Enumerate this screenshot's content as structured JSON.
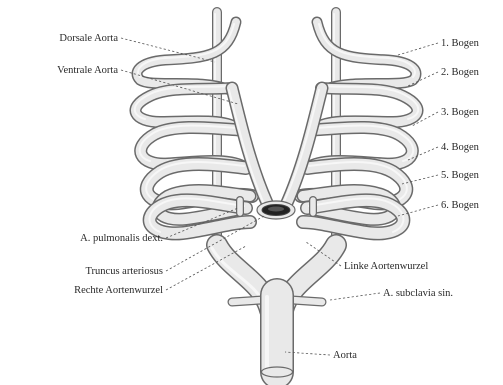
{
  "labels": {
    "dorsale_aorta": "Dorsale Aorta",
    "ventrale_aorta": "Ventrale Aorta",
    "bogen_1": "1. Bogen",
    "bogen_2": "2. Bogen",
    "bogen_3": "3. Bogen",
    "bogen_4": "4. Bogen",
    "bogen_5": "5. Bogen",
    "bogen_6": "6. Bogen",
    "pulmonalis_dext": "A. pulmonalis dext.",
    "linke_aortenwurzel": "Linke Aortenwurzel",
    "truncus_arteriosus": "Truncus arteriosus",
    "subclavia_sin": "A. subclavia sin.",
    "rechte_aortenwurzel": "Rechte Aortenwurzel",
    "aorta": "Aorta"
  },
  "colors": {
    "vessel_outline": "#6a6a6a",
    "vessel_fill": "#e9e9e9",
    "text": "#2a2a2a"
  }
}
